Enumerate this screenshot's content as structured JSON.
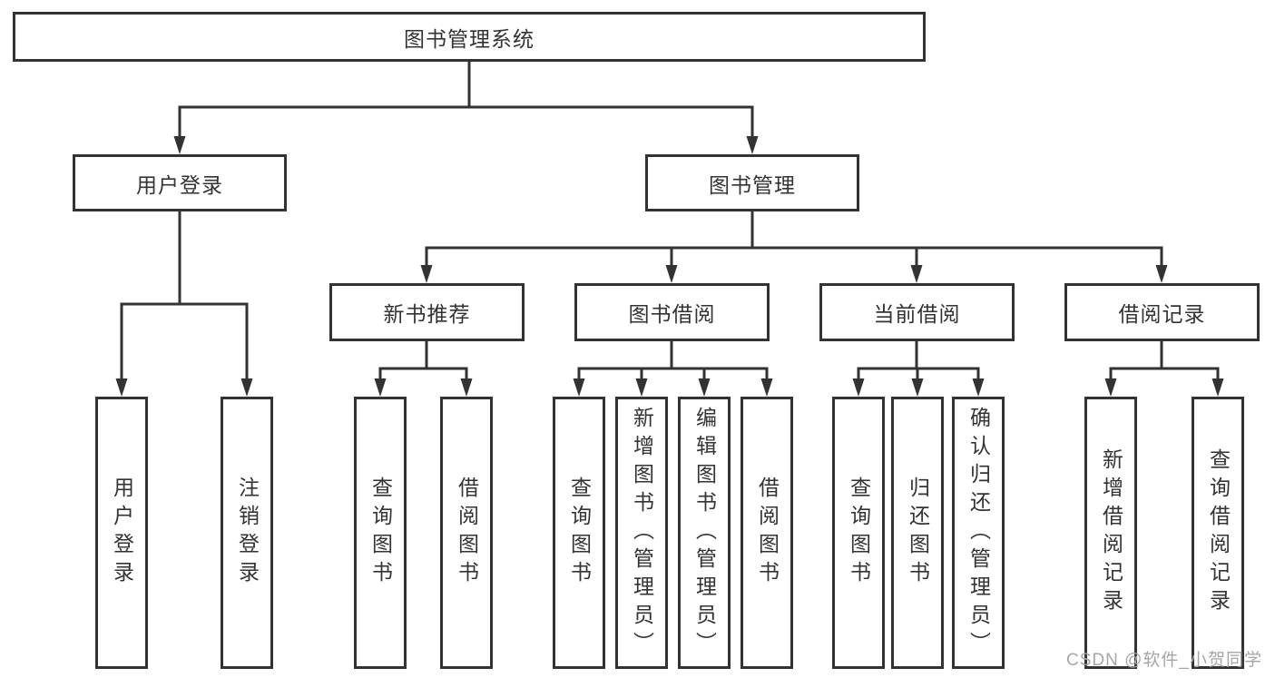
{
  "diagram": {
    "root": "图书管理系统",
    "level2": [
      "用户登录",
      "图书管理"
    ],
    "level3": [
      "新书推荐",
      "图书借阅",
      "当前借阅",
      "借阅记录"
    ],
    "leaves": {
      "login": [
        "用户登录",
        "注销登录"
      ],
      "recommend": [
        "查询图书",
        "借阅图书"
      ],
      "borrow": [
        "查询图书",
        "新增图书（管理员）",
        "编辑图书（管理员）",
        "借阅图书"
      ],
      "current": [
        "查询图书",
        "归还图书",
        "确认归还（管理员）"
      ],
      "records": [
        "新增借阅记录",
        "查询借阅记录"
      ]
    }
  },
  "watermark": "CSDN @软件_小贺同学",
  "colors": {
    "line": "#333333",
    "text": "#333333",
    "box_fill": "#ffffff",
    "background": "#ffffff",
    "watermark": "#a6a6a6"
  }
}
